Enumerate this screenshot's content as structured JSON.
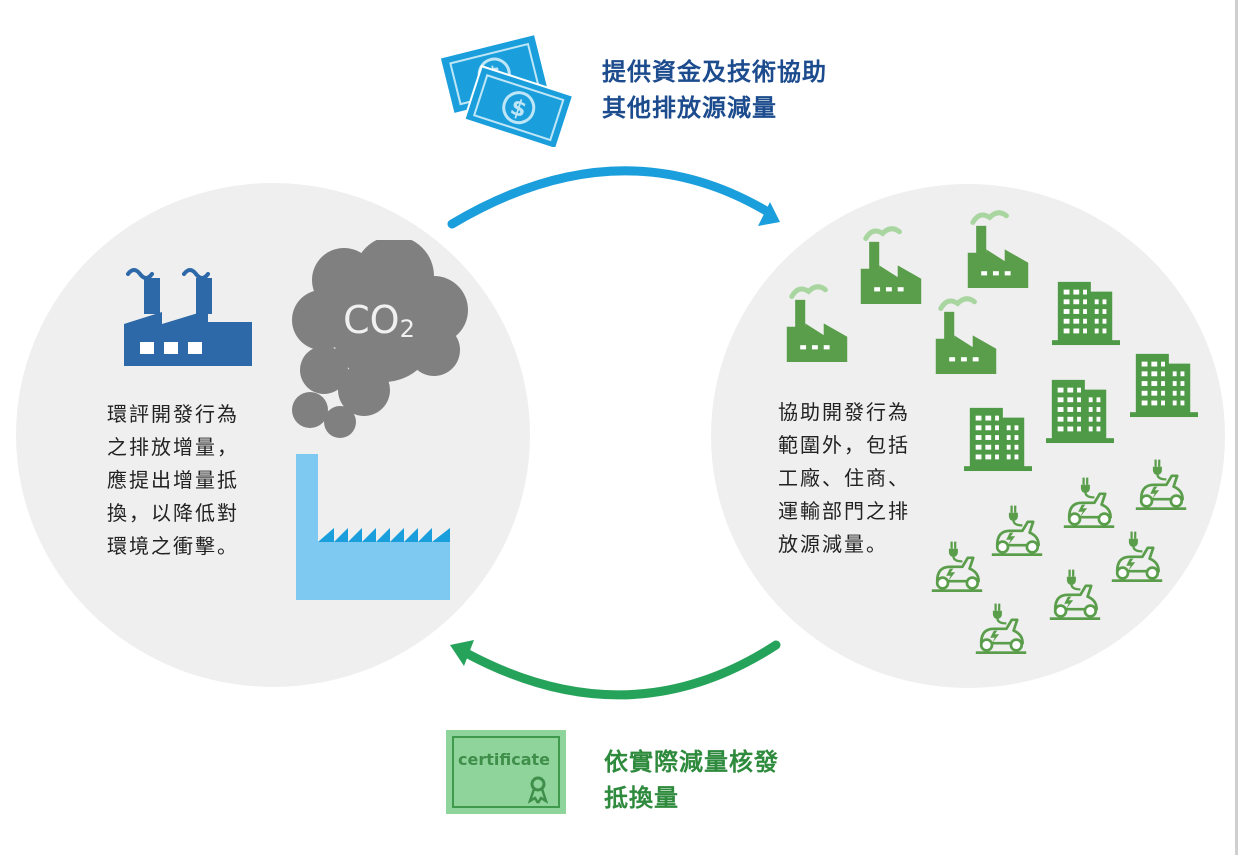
{
  "top_label": {
    "line1": "提供資金及技術協助",
    "line2": "其他排放源減量"
  },
  "bottom_label": {
    "line1": "依實際減量核發",
    "line2": "抵換量"
  },
  "left_circle": {
    "lines": [
      "環評開發行為",
      "之排放增量，",
      "應提出增量抵",
      "換，以降低對",
      "環境之衝擊。"
    ]
  },
  "right_circle": {
    "lines": [
      "協助開發行為",
      "範圍外，包括",
      "工廠、住商、",
      "運輸部門之排",
      "放源減量。"
    ]
  },
  "cloud": {
    "text": "CO",
    "subscript": "2"
  },
  "certificate": {
    "text": "certificate"
  },
  "colors": {
    "blue_text": "#1d4c8e",
    "green_text": "#2e8a3c",
    "arrow_blue": "#1a9fdc",
    "arrow_green": "#26a35a",
    "factory_blue": "#2d68a8",
    "icon_green": "#5a9e4b"
  },
  "icons": [
    "money-icon",
    "factory-icon",
    "co2-cloud-icon",
    "chimney-factory-icon",
    "green-factory-icon",
    "building-icon",
    "electric-scooter-icon",
    "certificate-icon"
  ]
}
